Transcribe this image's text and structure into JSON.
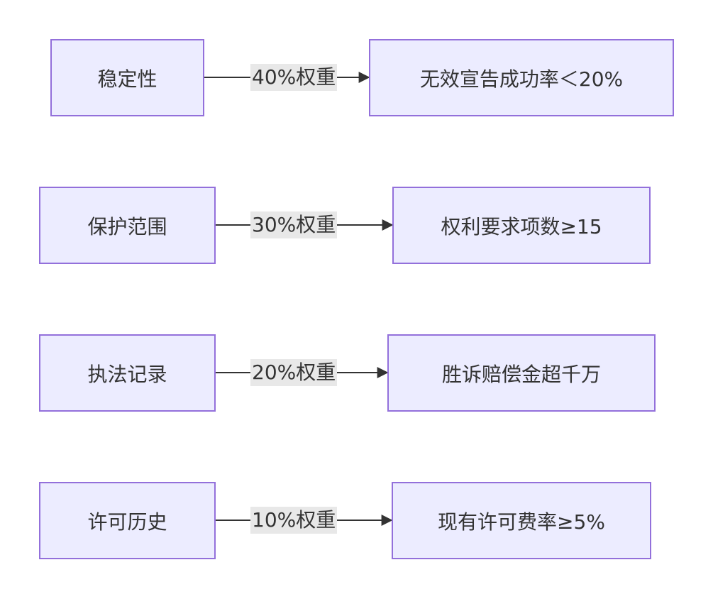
{
  "rows": [
    {
      "source": "稳定性",
      "weight": "40%权重",
      "target": "无效宣告成功率＜20%"
    },
    {
      "source": "保护范围",
      "weight": "30%权重",
      "target": "权利要求项数≥15"
    },
    {
      "source": "执法记录",
      "weight": "20%权重",
      "target": "胜诉赔偿金超千万"
    },
    {
      "source": "许可历史",
      "weight": "10%权重",
      "target": "现有许可费率≥5%"
    }
  ],
  "colors": {
    "node_fill": "#ECECFF",
    "node_border": "#9370DB",
    "edge": "#333333",
    "edge_label_bg": "#E8E8E8"
  }
}
